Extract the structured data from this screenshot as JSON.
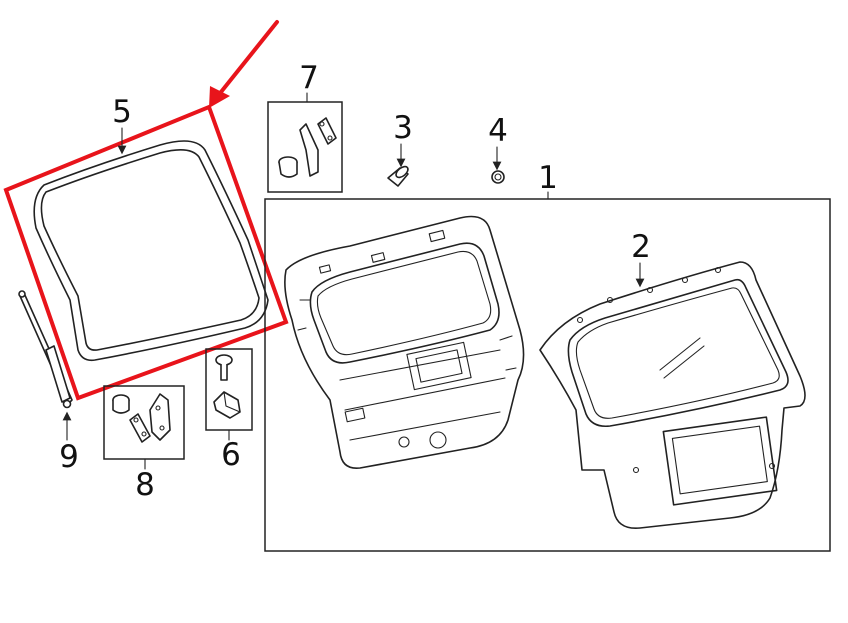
{
  "callouts": {
    "c1": "1",
    "c2": "2",
    "c3": "3",
    "c4": "4",
    "c5": "5",
    "c6": "6",
    "c7": "7",
    "c8": "8",
    "c9": "9"
  },
  "colors": {
    "highlight": "#e8141b",
    "line": "#222222",
    "background": "#ffffff"
  }
}
